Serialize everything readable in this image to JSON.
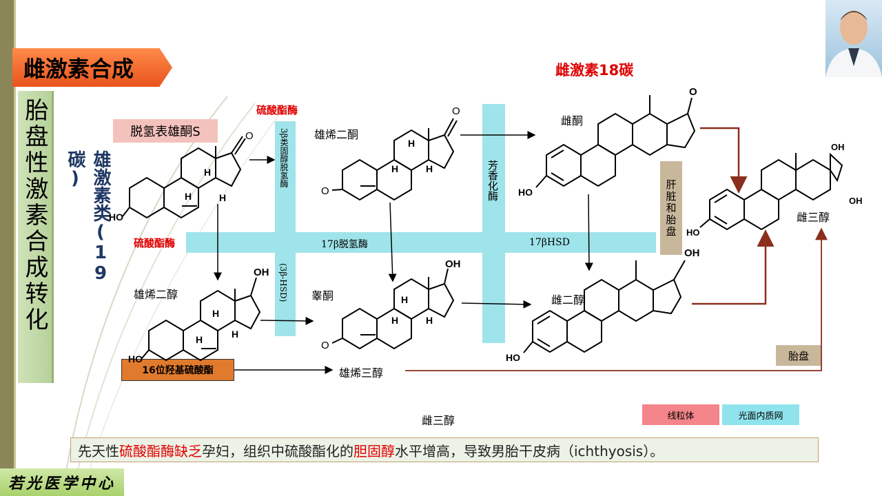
{
  "slide": {
    "title": "雌激素合成",
    "vertical_title": "胎盘性激素合成转化",
    "androgen_label": "雄激素类(19碳)",
    "estrogen_label": "雌激素18碳",
    "footer_brand": "若光医学中心"
  },
  "compounds": {
    "dheas": "脱氢表雄酮S",
    "androstenedione": "雄烯二酮",
    "estrone": "雌酮",
    "androstenediol": "雄烯二醇",
    "testosterone": "睾酮",
    "estradiol": "雌二醇",
    "estriol": "雌三醇",
    "androstenetriol": "雄烯三醇",
    "estriol_bottom": "雌三醇"
  },
  "enzymes": {
    "sulfatase_top": "硫酸酯酶",
    "sulfatase_left": "硫酸酯酶",
    "hsd3b_upper": "3β类固醇脱氢酶",
    "hsd3b_lower": "(3β-HSD)",
    "aromatase": "芳香化酶",
    "hsd17b_left": "17β脱氢酶",
    "hsd17b_right": "17βHSD",
    "liver_placenta": "肝脏和胎盘",
    "placenta": "胎盘",
    "hydroxy_sulfate": "16位羟基硫酸酯"
  },
  "legend": {
    "mitochondria": "线粒体",
    "smooth_er": "光面内质网",
    "mitochondria_color": "#f4858a",
    "smooth_er_color": "#8fe3ec"
  },
  "structure_labels": {
    "o": "O",
    "ho": "HO",
    "oh": "OH",
    "h": "H"
  },
  "note": {
    "prefix": "先天性",
    "red1": "硫酸酯酶缺乏",
    "mid": "孕妇，组织中硫酸酯化的",
    "red2": "胆固醇",
    "suffix": "水平增高，导致男胎干皮病（ichthyosis）。"
  },
  "colors": {
    "arrow_brown": "#8b2e1c",
    "band": "#9fe4ea",
    "accent_red": "#e00000",
    "androgen_blue": "#1f3864"
  }
}
